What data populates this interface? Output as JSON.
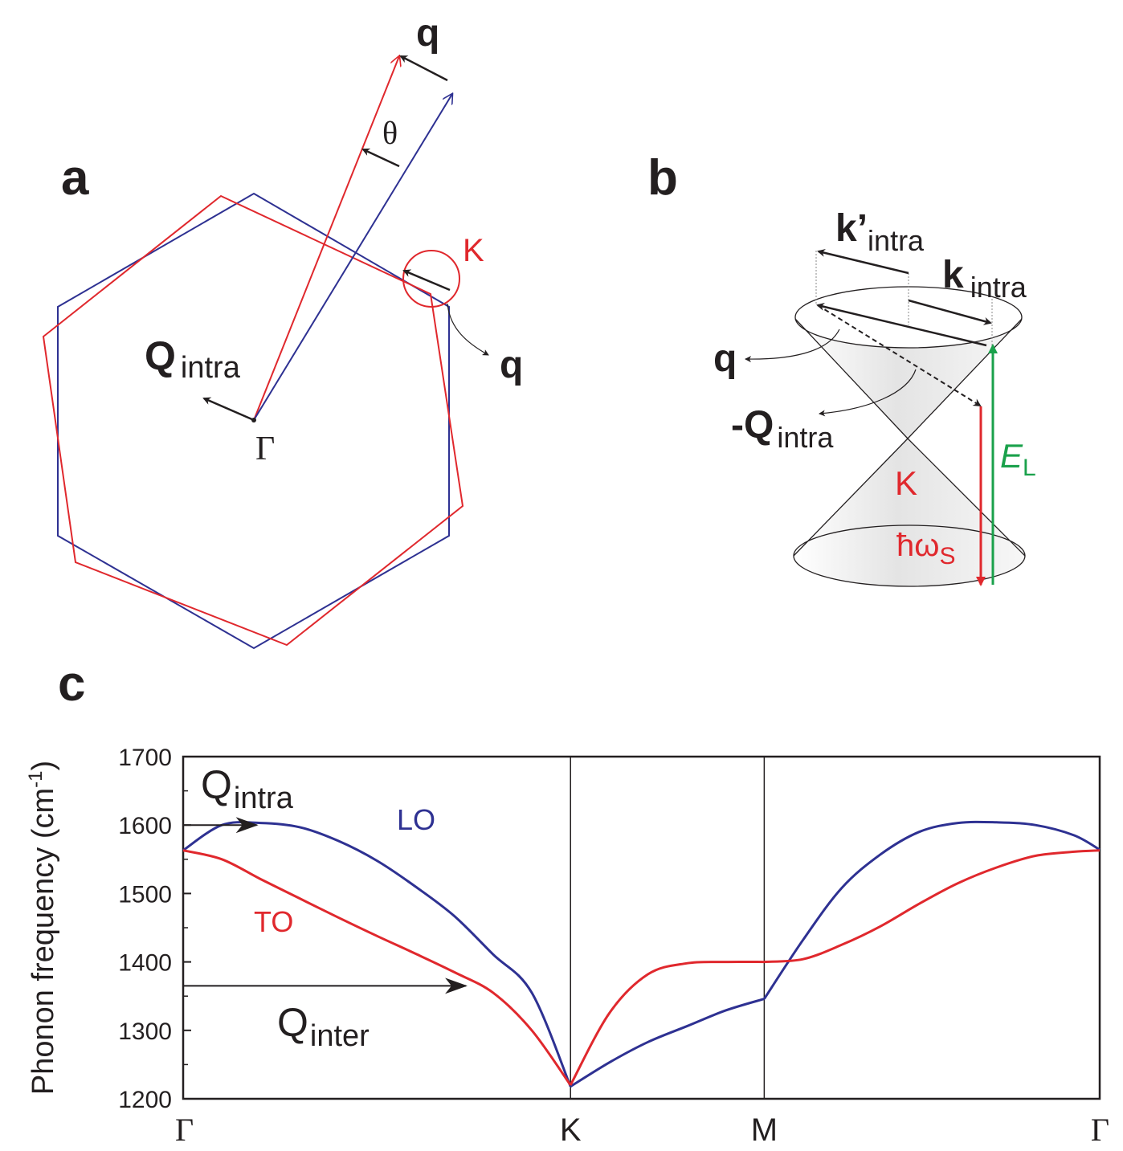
{
  "panels": {
    "a": "a",
    "b": "b",
    "c": "c"
  },
  "panel_a": {
    "q_top": "q",
    "theta": "θ",
    "K": "K",
    "q_right": "q",
    "Q_main": "Q",
    "Q_sub": "intra",
    "Gamma": "Γ"
  },
  "panel_b": {
    "kp_main": "k",
    "kp_prime": "’",
    "kp_sub": "intra",
    "k_main": "k",
    "k_sub": "intra",
    "q": "q",
    "mQ_main": "-Q",
    "mQ_sub": "intra",
    "K": "K",
    "EL_main": "E",
    "EL_sub": "L",
    "hw_main": "ħω",
    "hw_sub": "S"
  },
  "colors": {
    "red": "#e0282d",
    "blue": "#2e3192",
    "green": "#1aa14b",
    "black": "#231f20"
  },
  "chart_data": {
    "type": "line",
    "title": "",
    "ylabel": "Phonon frequency (cm-1)",
    "ylabel_main": "Phonon frequency (cm",
    "ylabel_sup": "-1",
    "ylabel_close": ")",
    "ylim": [
      1200,
      1700
    ],
    "yticks": [
      "1700",
      "1600",
      "1500",
      "1400",
      "1300",
      "1200"
    ],
    "ytick_values": [
      1700,
      1600,
      1500,
      1400,
      1300,
      1200
    ],
    "x_points": [
      "Γ",
      "K",
      "M",
      "Γ"
    ],
    "x_point_positions": [
      0,
      1,
      1.5,
      2.366
    ],
    "series": [
      {
        "name": "LO",
        "color": "#2e3192",
        "x": [
          0,
          0.1,
          0.2,
          0.3,
          0.4,
          0.5,
          0.6,
          0.7,
          0.8,
          0.9,
          1.0,
          1.1,
          1.2,
          1.3,
          1.4,
          1.5,
          1.6,
          1.7,
          1.8,
          1.9,
          2.0,
          2.1,
          2.2,
          2.3,
          2.366
        ],
        "y": [
          1563,
          1600,
          1603,
          1597,
          1577,
          1548,
          1510,
          1467,
          1411,
          1355,
          1218,
          1253,
          1283,
          1306,
          1329,
          1346,
          1432,
          1508,
          1557,
          1590,
          1603,
          1604,
          1600,
          1585,
          1564
        ]
      },
      {
        "name": "TO",
        "color": "#e0282d",
        "x": [
          0,
          0.1,
          0.2,
          0.3,
          0.4,
          0.5,
          0.6,
          0.7,
          0.8,
          0.9,
          1.0,
          1.1,
          1.2,
          1.3,
          1.4,
          1.5,
          1.6,
          1.7,
          1.8,
          1.9,
          2.0,
          2.1,
          2.2,
          2.3,
          2.366
        ],
        "y": [
          1563,
          1550,
          1521,
          1493,
          1465,
          1438,
          1412,
          1385,
          1355,
          1300,
          1220,
          1325,
          1382,
          1398,
          1400,
          1400,
          1404,
          1425,
          1452,
          1485,
          1515,
          1538,
          1555,
          1561,
          1563
        ]
      }
    ],
    "annotations": {
      "LO": "LO",
      "TO": "TO",
      "Q_intra_main": "Q",
      "Q_intra_sub": "intra",
      "Q_inter_main": "Q",
      "Q_inter_sub": "inter"
    },
    "arrows": [
      {
        "name": "Q_intra",
        "y": 1600,
        "x_from": 0,
        "x_to": 0.19
      },
      {
        "name": "Q_inter",
        "y": 1365,
        "x_from": 0,
        "x_to": 0.73
      }
    ]
  }
}
